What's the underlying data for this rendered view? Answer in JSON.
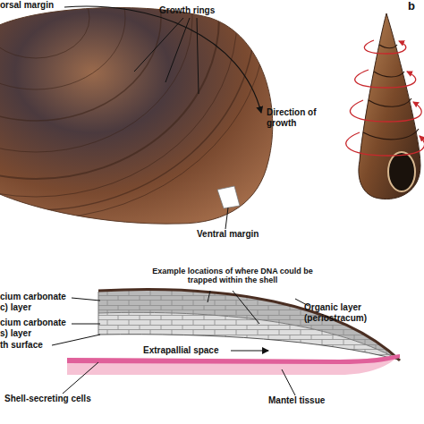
{
  "diagram": {
    "labels": [
      "orsal margin",
      "Growth rings",
      "Direction of growth",
      "Ventral margin",
      "b",
      "Example locations of where DNA could be trapped within the shell",
      "cium carbonate c) layer",
      "Organic layer (periostracum)",
      "cium carbonate s) layer",
      "th surface",
      "Extrapallial space",
      "Shell-secreting cells",
      "Mantel tissue"
    ]
  }
}
